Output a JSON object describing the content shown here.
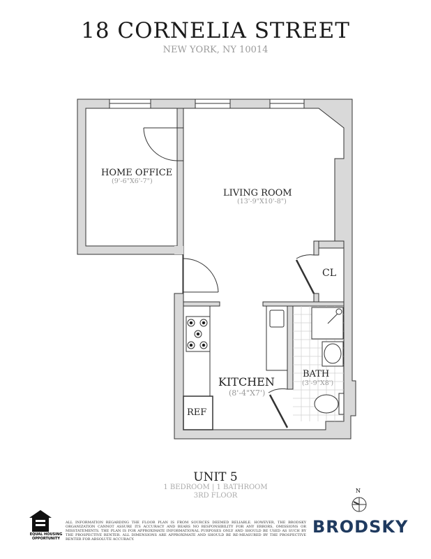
{
  "header": {
    "title": "18 CORNELIA STREET",
    "address": "NEW YORK, NY 10014"
  },
  "rooms": [
    {
      "name": "HOME OFFICE",
      "dims": "(9'-6\"X6'-7\")"
    },
    {
      "name": "LIVING ROOM",
      "dims": "(13'-9\"X10'-8\")"
    },
    {
      "name": "CL"
    },
    {
      "name": "KITCHEN",
      "dims": "(8'-4\"X7')"
    },
    {
      "name": "BATH",
      "dims": "(3'-9\"X8')"
    },
    {
      "name": "REF"
    }
  ],
  "unit": {
    "title": "UNIT 5",
    "beds": "1 BEDROOM | 1 BATHROOM",
    "floor": "3RD FLOOR"
  },
  "compass": {
    "label": "N"
  },
  "footer": {
    "equal_housing": "EQUAL HOUSING OPPORTUNITY",
    "disclaimer": "ALL INFORMATION REGARDING THE FLOOR PLAN IS FROM SOURCES DEEMED RELIABLE. HOWEVER, THE BRODSKY ORGANIZATION CANNOT ASSURE ITS ACCURACY AND BEARS NO RESPONSIBILITY FOR ANY ERRORS, OMISSIONS OR MISSTATEMENTS. THE PLAN IS FOR APPROXIMATE INFORMATIONAL PURPOSES ONLY AND SHOULD BE USED AS SUCH BY THE PROSPECTIVE RENTER. ALL DIMENSIONS ARE APPROXIMATE AND SHOULD BE RE-MEASURED BY THE PROSPECTIVE RENTER FOR ABSOLUTE ACCURACY.",
    "brand": "BRODSKY"
  },
  "colors": {
    "wall": "#d9d9d9",
    "brand": "#1f3a5f",
    "text": "#222222",
    "dim_text": "#999999"
  }
}
